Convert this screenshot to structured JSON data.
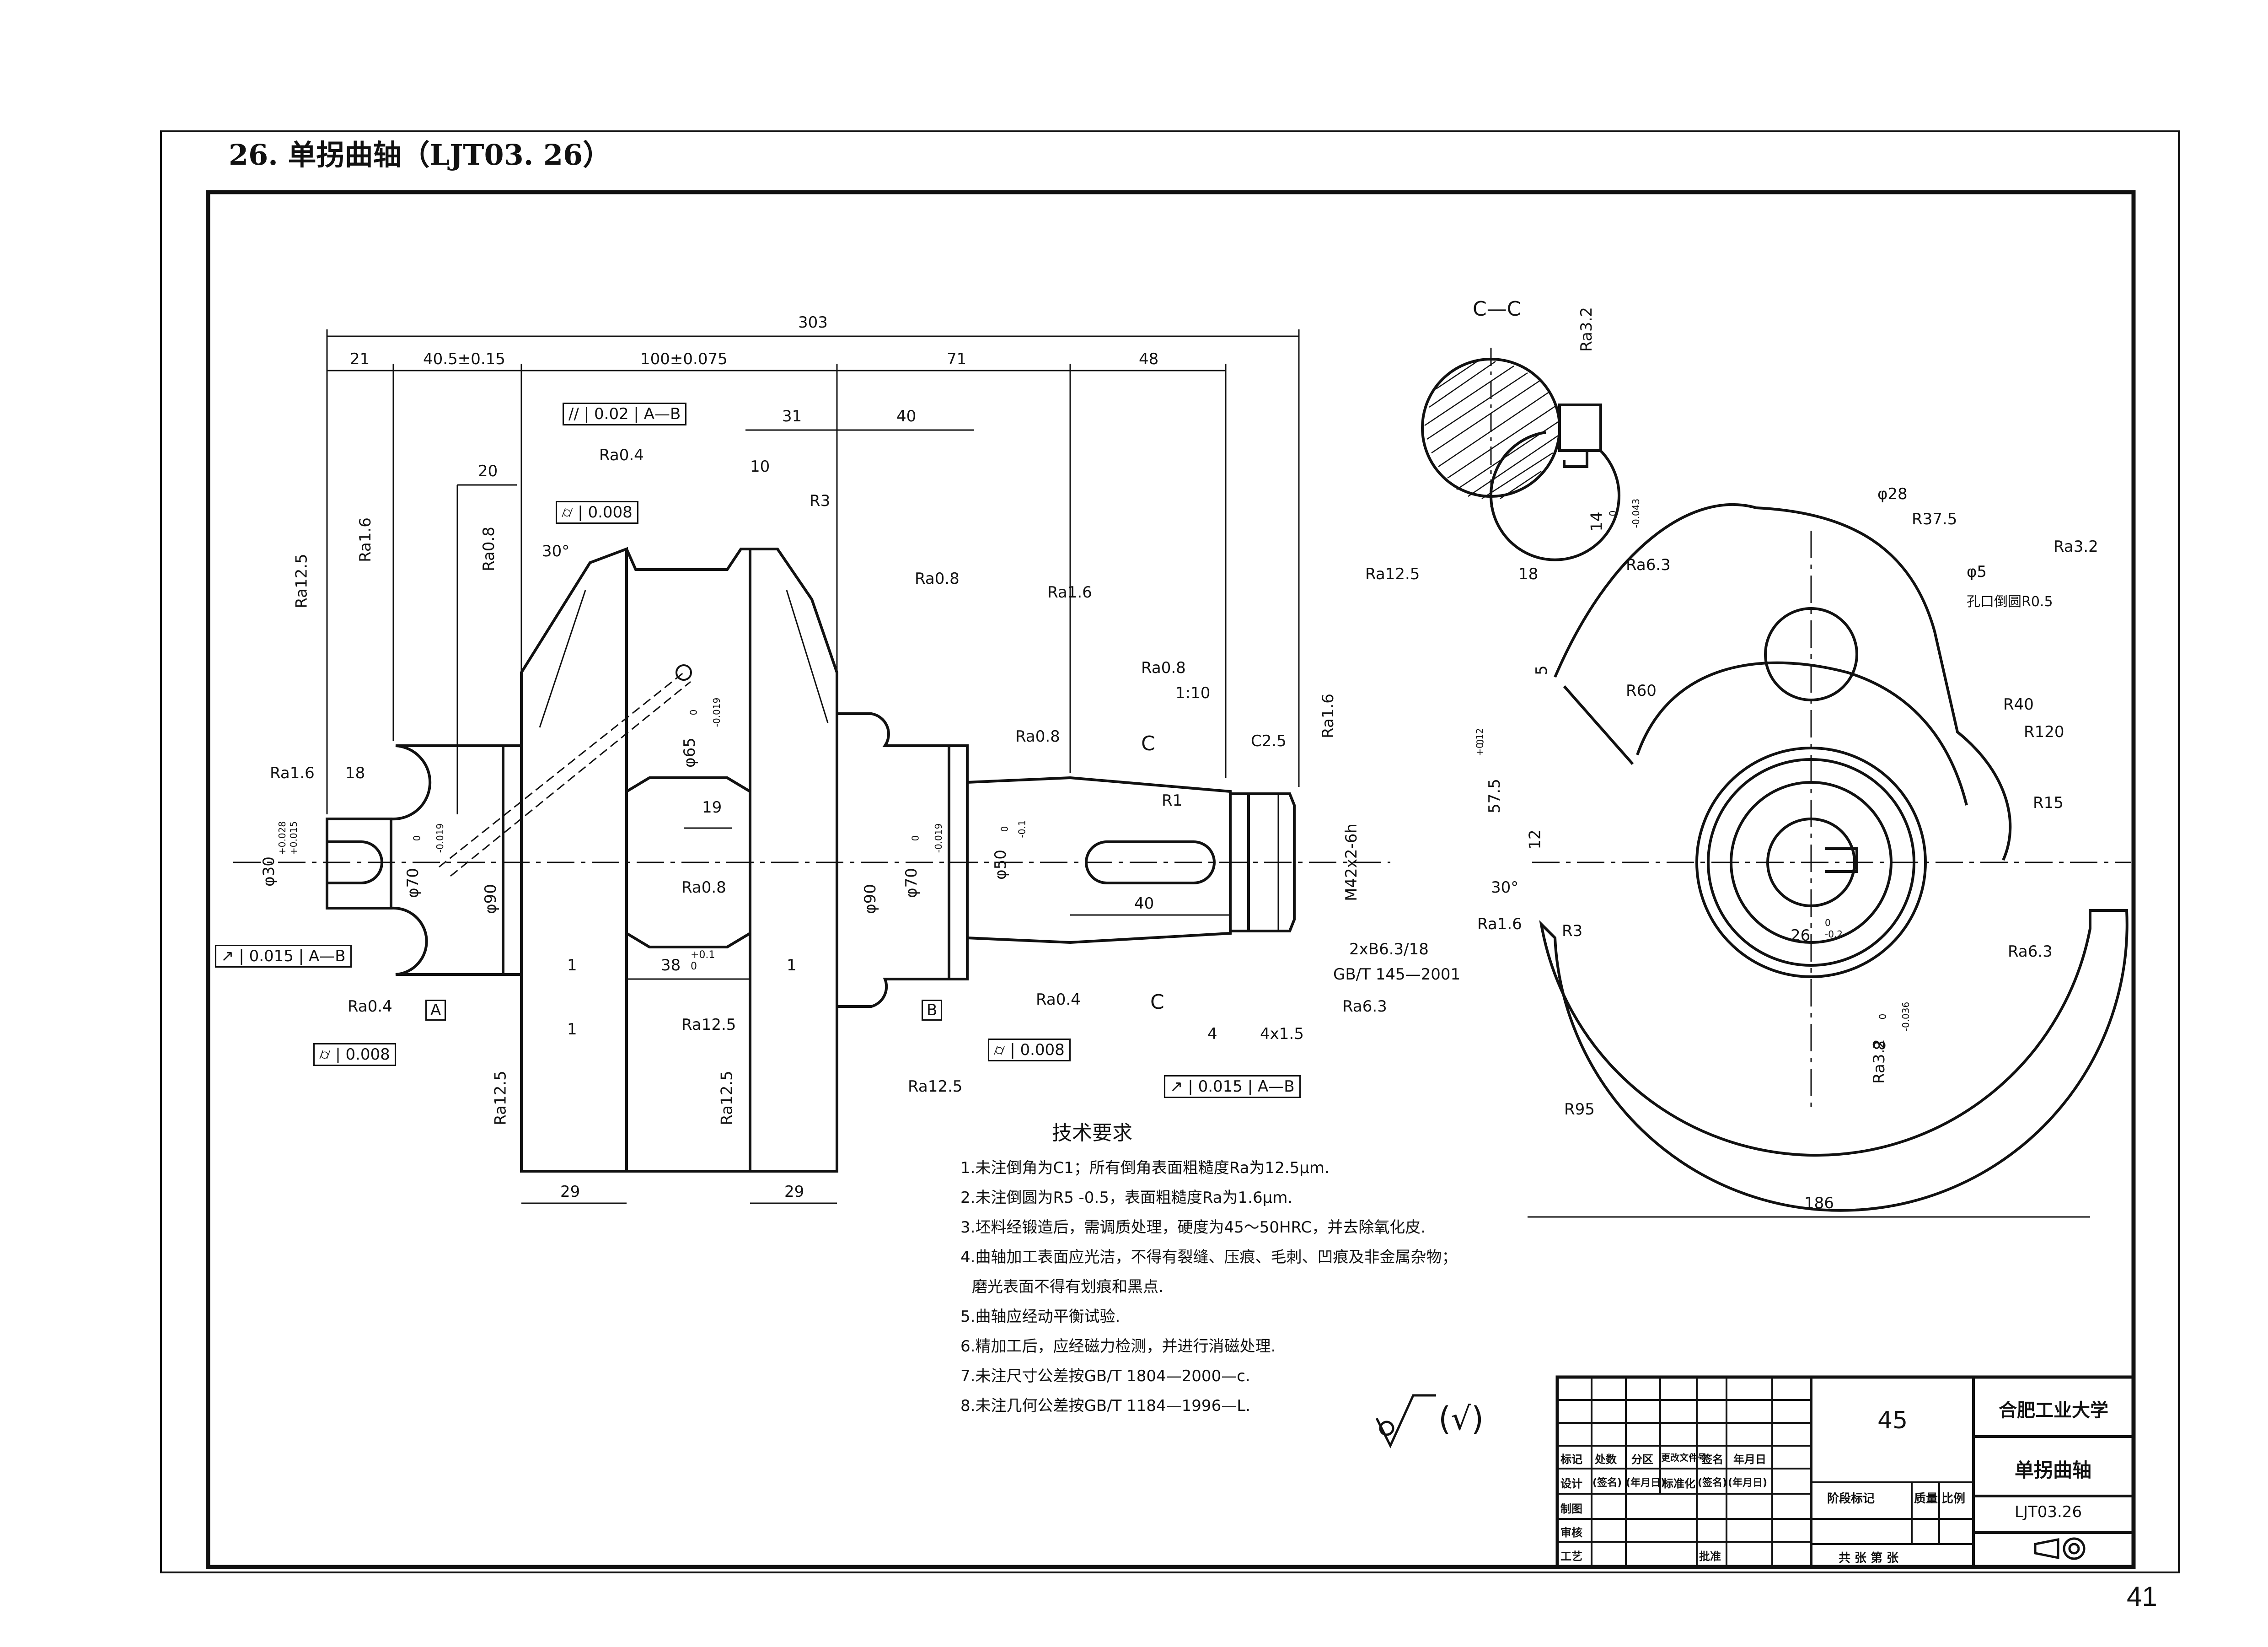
{
  "page": {
    "title": "26. 单拐曲轴（LJT03. 26）",
    "page_number": "41"
  },
  "main_view": {
    "dims": [
      "303",
      "21",
      "40.5±0.15",
      "100±0.075",
      "71",
      "48",
      "31",
      "40",
      "20",
      "10",
      "R3",
      "30°",
      "18",
      "19",
      "38",
      "+0.1",
      "0",
      "1",
      "1",
      "1",
      "29",
      "29",
      "40",
      "R1",
      "C2.5",
      "1:10",
      "4",
      "4x1.5"
    ],
    "diameter_labels": [
      "φ30",
      "φ70",
      "φ90",
      "φ65",
      "φ90",
      "φ70",
      "φ50",
      "M42x2-6h"
    ],
    "tolerances": [
      "+0.028",
      "+0.015",
      "0",
      "-0.019",
      "0",
      "-0.019",
      "0",
      "-0.019",
      "0",
      "-0.1"
    ],
    "roughness": [
      "Ra12.5",
      "Ra1.6",
      "Ra0.8",
      "Ra0.4",
      "Ra0.8",
      "Ra1.6",
      "Ra12.5",
      "Ra0.8",
      "Ra0.8",
      "Ra1.6",
      "Ra1.6",
      "Ra0.4",
      "Ra0.8",
      "Ra12.5",
      "Ra12.5",
      "Ra12.5",
      "Ra0.4",
      "Ra12.5",
      "Ra6.3"
    ],
    "gdt": [
      {
        "symbol": "//",
        "value": "0.02",
        "datum": "A—B"
      },
      {
        "symbol": "⌭",
        "value": "0.008",
        "datum": ""
      },
      {
        "symbol": "↗",
        "value": "0.015",
        "datum": "A—B"
      },
      {
        "symbol": "⌭",
        "value": "0.008",
        "datum": ""
      },
      {
        "symbol": "⌭",
        "value": "0.008",
        "datum": ""
      },
      {
        "symbol": "↗",
        "value": "0.015",
        "datum": "A—B"
      }
    ],
    "datums": [
      "A",
      "B"
    ],
    "section_marks": [
      "C",
      "C"
    ],
    "center_hole": "2xB6.3/18",
    "center_hole_std": "GB/T 145—2001"
  },
  "section_view": {
    "label": "C—C",
    "dims": [
      "18",
      "14",
      "0",
      "-0.043"
    ],
    "roughness": [
      "Ra3.2",
      "Ra6.3"
    ]
  },
  "side_view": {
    "dims": [
      "φ28",
      "R37.5",
      "φ5",
      "孔口倒圆R0.5",
      "R40",
      "R120",
      "R60",
      "R15",
      "5",
      "57.5",
      "+0.12",
      "0",
      "12",
      "30°",
      "R3",
      "26",
      "0",
      "-0.2",
      "8",
      "0",
      "-0.036",
      "R95",
      "186"
    ],
    "roughness": [
      "Ra3.2",
      "Ra1.6",
      "Ra6.3",
      "Ra3.2"
    ]
  },
  "requirements": {
    "title": "技术要求",
    "items": [
      "1.未注倒角为C1；所有倒角表面粗糙度Ra为12.5μm.",
      "2.未注倒圆为R5 -0.5，表面粗糙度Ra为1.6μm.",
      "3.坯料经锻造后，需调质处理，硬度为45～50HRC，并去除氧化皮.",
      "4.曲轴加工表面应光洁，不得有裂缝、压痕、毛刺、凹痕及非金属杂物；",
      "磨光表面不得有划痕和黑点.",
      "5.曲轴应经动平衡试验.",
      "6.精加工后，应经磁力检测，并进行消磁处理.",
      "7.未注尺寸公差按GB/T 1804—2000—c.",
      "8.未注几何公差按GB/T 1184—1996—L."
    ],
    "surface_symbol": "(√)"
  },
  "title_block": {
    "material": "45",
    "school": "合肥工业大学",
    "part_name": "单拐曲轴",
    "drawing_no": "LJT03.26",
    "row_headers": [
      "标记",
      "处数",
      "分区",
      "更改文件号",
      "签名",
      "年月日"
    ],
    "row2": [
      "设计",
      "(签名)",
      "(年月日)",
      "标准化",
      "(签名)",
      "(年月日)"
    ],
    "row3": [
      "制图"
    ],
    "row4": [
      "审核"
    ],
    "row5": [
      "工艺",
      "批准"
    ],
    "stage": "阶段标记",
    "weight": "质量",
    "scale": "比例",
    "sheets": "共 张 第 张"
  }
}
